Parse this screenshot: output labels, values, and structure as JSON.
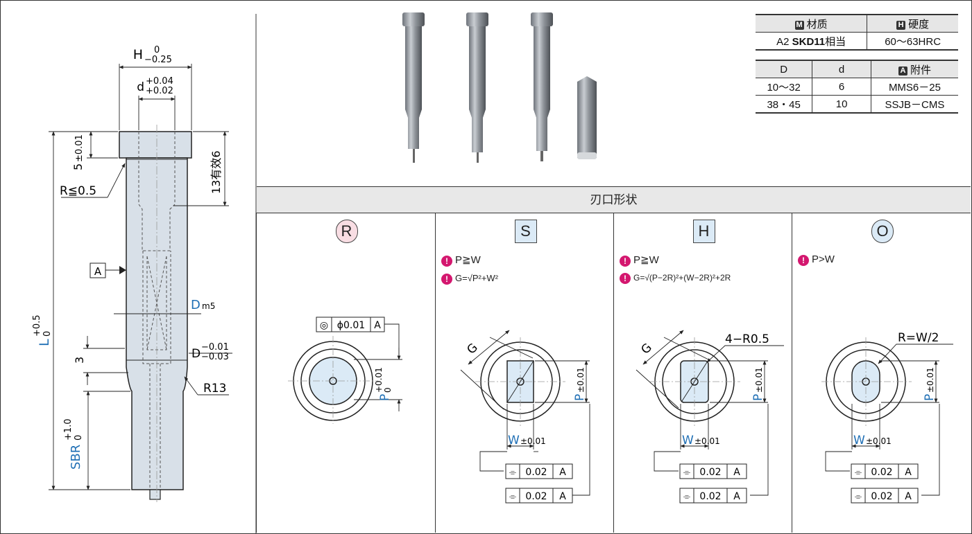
{
  "drawing": {
    "dim_H": "H",
    "dim_H_upper": "0",
    "dim_H_lower": "−0.25",
    "dim_d": "d",
    "dim_d_upper": "+0.04",
    "dim_d_lower": "+0.02",
    "dim_head": "5",
    "dim_head_tol": "±0.01",
    "dim_radius": "R≦0.5",
    "dim_eff": "13有效6",
    "datum": "A",
    "dim_Dm5": "D",
    "dim_Dm5_sub": "m5",
    "dim_D": "D",
    "dim_D_upper": "−0.01",
    "dim_D_lower": "−0.03",
    "dim_3": "3",
    "dim_R13": "R13",
    "dim_L": "L",
    "dim_L_upper": "+0.5",
    "dim_L_lower": "0",
    "dim_SBR": "SBR",
    "dim_SBR_upper": "+1.0",
    "dim_SBR_lower": "0"
  },
  "specs": {
    "material_header": "材质",
    "hardness_header": "硬度",
    "material_badge": "M",
    "hardness_badge": "H",
    "material_prefix": "A2",
    "material_bold": "SKD11",
    "material_suffix": "相当",
    "hardness_value": "60～63HRC",
    "col_D": "D",
    "col_d": "d",
    "col_acc": "附件",
    "acc_badge": "A",
    "rows": [
      {
        "D": "10～32",
        "d": "6",
        "acc": "MMS6－25"
      },
      {
        "D": "38・45",
        "d": "10",
        "acc": "SSJB－CMS"
      }
    ]
  },
  "section_title": "刃口形状",
  "shapes": [
    {
      "letter": "R",
      "note1": "",
      "note2": "",
      "color": "#f8dde3",
      "conc": "◎",
      "conc_val": "ϕ0.01",
      "datum": "A",
      "P": "P",
      "P_upper": "+0.01",
      "P_lower": "0"
    },
    {
      "letter": "S",
      "note1": "P≧W",
      "note2": "G=√P²+W²",
      "color": "#dbeaf6",
      "G": "G",
      "P": "P",
      "P_tol": "±0.01",
      "W": "W",
      "W_tol": "±0.01",
      "sym1": "⌯",
      "val1": "0.02",
      "datum1": "A",
      "sym2": "⌯",
      "val2": "0.02",
      "datum2": "A"
    },
    {
      "letter": "H",
      "note1": "P≧W",
      "note2": "G=√(P−2R)²+(W−2R)²+2R",
      "color": "#dbeaf6",
      "G": "G",
      "R": "4−R0.5",
      "P": "P",
      "P_tol": "±0.01",
      "W": "W",
      "W_tol": "±0.01",
      "sym1": "⌯",
      "val1": "0.02",
      "datum1": "A",
      "sym2": "⌯",
      "val2": "0.02",
      "datum2": "A"
    },
    {
      "letter": "O",
      "note1": "P>W",
      "note2": "",
      "color": "#dbeaf6",
      "R": "R=W/2",
      "P": "P",
      "P_tol": "±0.01",
      "W": "W",
      "W_tol": "±0.01",
      "sym1": "⌯",
      "val1": "0.02",
      "datum1": "A",
      "sym2": "⌯",
      "val2": "0.02",
      "datum2": "A"
    }
  ],
  "colors": {
    "accent_blue": "#1f6fb5",
    "pink": "#d4176f",
    "pink_bg": "#f8dde3",
    "blue_bg": "#dbeaf6"
  }
}
